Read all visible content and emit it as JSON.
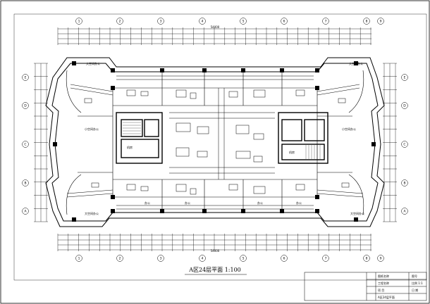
{
  "drawing": {
    "title": "A区24层平面 1:100",
    "grid_top": [
      "1",
      "2",
      "3",
      "4",
      "5",
      "6",
      "7",
      "8",
      "9"
    ],
    "grid_bottom": [
      "1",
      "2",
      "3",
      "4",
      "5",
      "6",
      "7",
      "8",
      "9"
    ],
    "grid_left": [
      "E",
      "D",
      "C",
      "B",
      "A"
    ],
    "grid_right": [
      "E",
      "D",
      "C",
      "B",
      "A"
    ],
    "overall_dim": "54000",
    "rooms": {
      "big_office_tl": "大空间办公",
      "big_office_tr": "大空间办公",
      "big_office_bl": "大空间办公",
      "big_office_br": "大空间办公",
      "small_office_l": "小空间办公",
      "small_office_r": "小空间办公",
      "office_1": "办公",
      "office_2": "办公",
      "office_3": "办公",
      "office_4": "办公",
      "core_label_l": "机房",
      "core_label_r": "机房"
    }
  },
  "title_block": {
    "rows": [
      "图纸名称",
      "工程名称",
      "项 目",
      "A区24层平面"
    ],
    "side": [
      "图号",
      "比例 1:1",
      "日 期"
    ]
  }
}
